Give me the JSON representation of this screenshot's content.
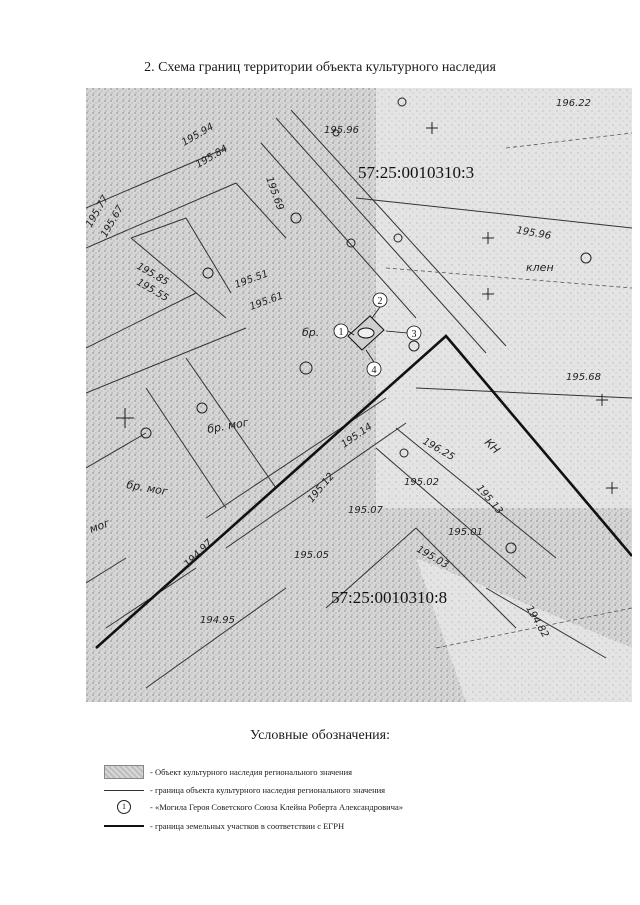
{
  "title": "2. Схема границ территории объекта культурного наследия",
  "map": {
    "parcel_labels": [
      "57:25:0010310:3",
      "57:25:0010310:8"
    ],
    "marker_numbers": [
      "1",
      "2",
      "3",
      "4"
    ],
    "survey_labels": [
      "195.94",
      "195.84",
      "195.96",
      "196.22",
      "195.77",
      "195.67",
      "195.51",
      "195.61",
      "195.96",
      "195.68",
      "195.14",
      "195.12",
      "195.07",
      "195.01",
      "194.97",
      "194.95",
      "195.05",
      "196.25",
      "195.02",
      "195.03",
      "195.13",
      "194.82",
      "195.69",
      "195.85",
      "195.55"
    ],
    "handwritten": [
      "клен",
      "бр.",
      "бр. мог",
      "бр. мог",
      "КН",
      "мог"
    ]
  },
  "legend": {
    "title": "Условные обозначения:",
    "items": [
      {
        "symbol": "hatched-area",
        "text": "- Объект культурного наследия регионального значения"
      },
      {
        "symbol": "thin-line",
        "text": "- граница объекта культурного наследия регионального значения"
      },
      {
        "symbol": "numbered-circle",
        "number": "1",
        "text": "- «Могила Героя Советского Союза Клейна Роберта Александровича»"
      },
      {
        "symbol": "thick-line",
        "text": "- граница земельных участков в соответствии с ЕГРН"
      }
    ]
  }
}
